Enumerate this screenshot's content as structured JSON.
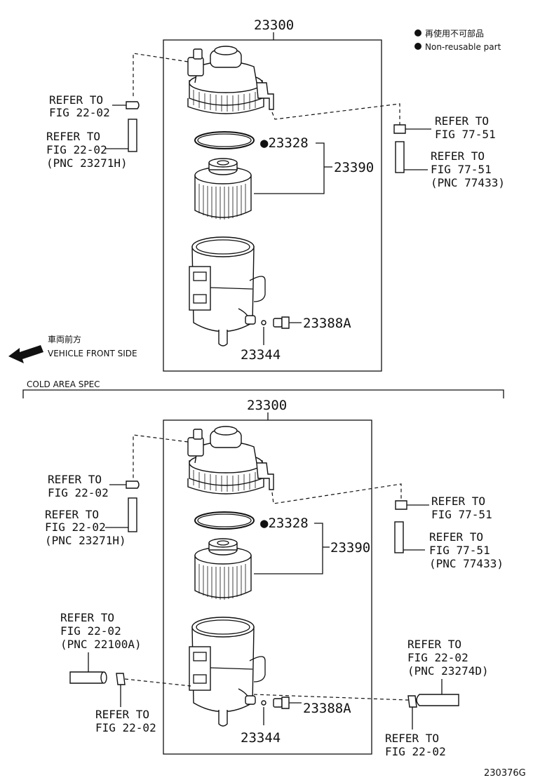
{
  "legend": {
    "nonreusable_jp": "再使用不可部品",
    "nonreusable_en": "Non-reusable part"
  },
  "direction": {
    "jp": "車両前方",
    "en": "VEHICLE FRONT SIDE"
  },
  "section_label": "COLD AREA SPEC",
  "figure_code": "230376G",
  "top": {
    "assembly": "23300",
    "gasket": "●23328",
    "element": "23390",
    "plug": "23388A",
    "oring": "23344",
    "refs": {
      "left_fitting": [
        "REFER TO",
        "FIG 22-02"
      ],
      "left_pipe": [
        "REFER TO",
        "FIG 22-02",
        "(PNC 23271H)"
      ],
      "right_fitting": [
        "REFER TO",
        "FIG 77-51"
      ],
      "right_pipe": [
        "REFER TO",
        "FIG 77-51",
        "(PNC 77433)"
      ]
    }
  },
  "bottom": {
    "assembly": "23300",
    "gasket": "●23328",
    "element": "23390",
    "plug": "23388A",
    "oring": "23344",
    "refs": {
      "left_fitting": [
        "REFER TO",
        "FIG 22-02"
      ],
      "left_pipe": [
        "REFER TO",
        "FIG 22-02",
        "(PNC 23271H)"
      ],
      "right_fitting": [
        "REFER TO",
        "FIG 77-51"
      ],
      "right_pipe": [
        "REFER TO",
        "FIG 77-51",
        "(PNC 77433)"
      ],
      "hose_left": [
        "REFER TO",
        "FIG 22-02",
        "(PNC 22100A)"
      ],
      "clamp_left": [
        "REFER TO",
        "FIG 22-02"
      ],
      "hose_right": [
        "REFER TO",
        "FIG 22-02",
        "(PNC 23274D)"
      ],
      "clamp_right": [
        "REFER TO",
        "FIG 22-02"
      ]
    }
  }
}
